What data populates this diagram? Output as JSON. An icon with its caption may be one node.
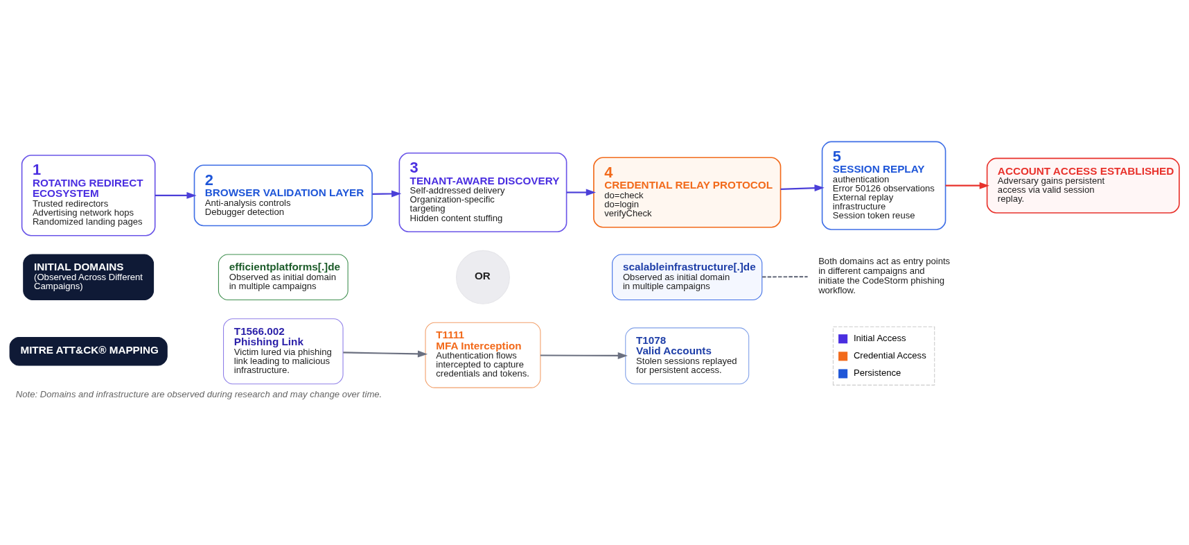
{
  "diagram": {
    "caption": "Note: Domains and infrastructure are observed during research and may change over time.",
    "nodes": [
      {
        "text": [
          "1",
          "ROTATING REDIRECT ECOSYSTEM",
          "Trusted redirectors",
          "Advertising network hops",
          "Randomized landing pages"
        ]
      },
      {
        "text": [
          "2",
          "BROWSER VALIDATION LAYER",
          "Anti-analysis controls",
          "Debugger detection"
        ]
      },
      {
        "text": [
          "3",
          "TENANT-AWARE DISCOVERY",
          "Self-addressed delivery",
          "Organization-specific targeting",
          "Hidden content stuffing"
        ]
      },
      {
        "text": [
          "4",
          "CREDENTIAL RELAY PROTOCOL",
          "do=check",
          "do=login",
          "verifyCheck"
        ]
      },
      {
        "text": [
          "5",
          "SESSION REPLAY",
          "authentication",
          "Error 50126 observations",
          "External replay infrastructure",
          "Session token reuse"
        ]
      },
      {
        "text": [
          "ACCOUNT ACCESS ESTABLISHED",
          "Adversary gains persistent access via valid session replay."
        ]
      },
      {
        "text": [
          "INITIAL DOMAINS",
          "(Observed Across Different Campaigns)"
        ]
      },
      {
        "text": [
          "efficientplatforms[.]de",
          "Observed as initial domain in multiple campaigns"
        ]
      },
      {
        "text": [
          "OR"
        ]
      },
      {
        "text": [
          "scalableinfrastructure[.]de",
          "Observed as initial domain in multiple campaigns"
        ]
      },
      {
        "text": [
          "Both domains act as entry points in different campaigns and initiate the CodeStorm phishing workflow."
        ]
      },
      {
        "text": [
          "MITRE ATT&CK® MAPPING"
        ]
      },
      {
        "text": [
          "T1566.002",
          "Phishing Link",
          "Victim lured via phishing link leading to malicious infrastructure."
        ]
      },
      {
        "text": [
          "T1111",
          "MFA Interception",
          "Authentication flows intercepted to capture credentials and tokens."
        ]
      },
      {
        "text": [
          "T1078",
          "Valid Accounts",
          "Stolen sessions replayed for persistent access."
        ]
      }
    ],
    "edges": [
      {
        "from": 0,
        "to": 1,
        "arrow": "to"
      },
      {
        "from": 1,
        "to": 2,
        "arrow": "to"
      },
      {
        "from": 2,
        "to": 3,
        "arrow": "to"
      },
      {
        "from": 3,
        "to": 4,
        "arrow": "to"
      },
      {
        "from": 4,
        "to": 5,
        "arrow": "to",
        "color": "#e8322c"
      },
      {
        "from": 9,
        "to": 10,
        "arrow": "none",
        "style": "dashed",
        "color": "#6b7080"
      },
      {
        "from": 12,
        "to": 13,
        "arrow": "to",
        "color": "#6b7080"
      },
      {
        "from": 13,
        "to": 14,
        "arrow": "to",
        "color": "#6b7080"
      }
    ],
    "legend": [
      {
        "text": "Initial Access",
        "color": "#4a2ee0"
      },
      {
        "text": "Credential Access",
        "color": "#f26a1b"
      },
      {
        "text": "Persistence",
        "color": "#1f56d8"
      }
    ]
  }
}
